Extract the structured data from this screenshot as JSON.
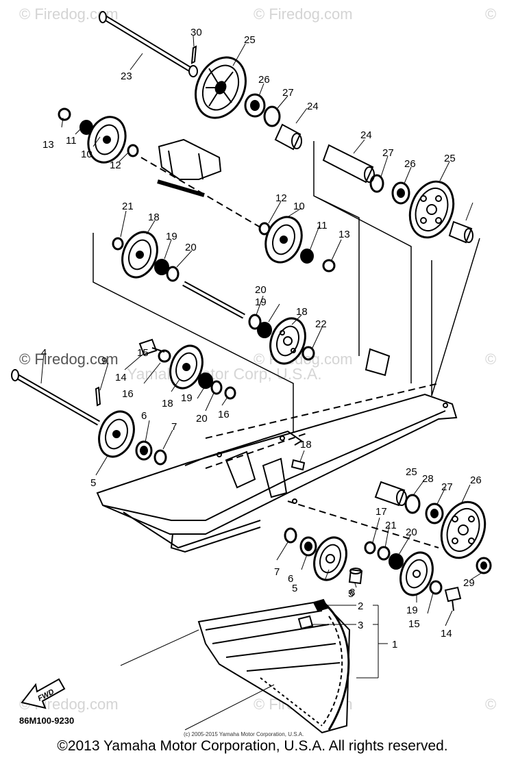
{
  "watermarks": {
    "top_left": "© Firedog.com",
    "top_center": "© Firedog.com",
    "top_right": "©",
    "mid_left": "© Firedog.com",
    "mid_center": "© Firedog.com",
    "mid_right": "©",
    "bottom_left": "© Firedog.com",
    "bottom_center": "© Firedog.com",
    "bottom_right": "©",
    "center_faint": "Yamaha Motor Corp, U.S.A."
  },
  "diagram_code": "86M100-9230",
  "small_copyright": "(c) 2005-2015 Yamaha Motor Corporation, U.S.A.",
  "footer": "©2013 Yamaha Motor Corporation, U.S.A. All rights reserved.",
  "fwd_label": "FWD",
  "callouts": [
    "1",
    "2",
    "3",
    "4",
    "5",
    "5",
    "5",
    "6",
    "6",
    "7",
    "7",
    "8",
    "9",
    "10",
    "10",
    "11",
    "11",
    "12",
    "12",
    "13",
    "13",
    "14",
    "14",
    "15",
    "15",
    "16",
    "16",
    "17",
    "18",
    "18",
    "18",
    "18",
    "19",
    "19",
    "19",
    "19",
    "20",
    "20",
    "20",
    "20",
    "21",
    "21",
    "22",
    "23",
    "24",
    "24",
    "25",
    "25",
    "25",
    "26",
    "26",
    "26",
    "27",
    "27",
    "27",
    "28",
    "29",
    "30"
  ]
}
